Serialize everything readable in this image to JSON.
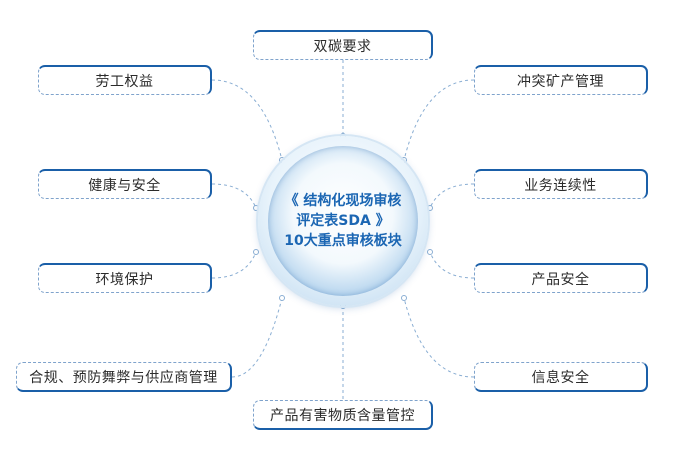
{
  "center": {
    "line1": "《 结构化现场审核",
    "line2": "评定表SDA 》",
    "line3": "10大重点审核板块"
  },
  "modules": [
    "双碳要求",
    "劳工权益",
    "冲突矿产管理",
    "健康与安全",
    "业务连续性",
    "环境保护",
    "产品安全",
    "合规、预防舞弊与供应商管理",
    "信息安全",
    "产品有害物质含量管控"
  ],
  "colors": {
    "accent": "#1a5fa8",
    "connector": "#7fa3cc",
    "center_text": "#1b66b3"
  }
}
